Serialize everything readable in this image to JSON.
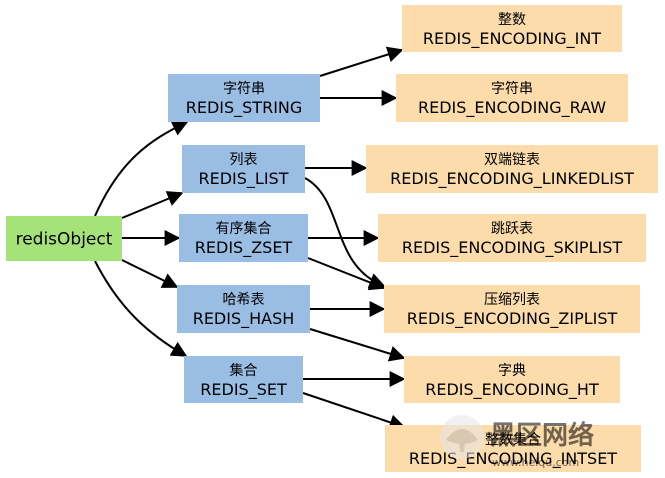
{
  "colors": {
    "root_fill": "#a6e27a",
    "type_fill": "#99bde3",
    "encoding_fill": "#fbdcaa",
    "edge": "#000000"
  },
  "root": {
    "label": "redisObject"
  },
  "types": [
    {
      "id": "string",
      "cn": "字符串",
      "name": "REDIS_STRING"
    },
    {
      "id": "list",
      "cn": "列表",
      "name": "REDIS_LIST"
    },
    {
      "id": "zset",
      "cn": "有序集合",
      "name": "REDIS_ZSET"
    },
    {
      "id": "hash",
      "cn": "哈希表",
      "name": "REDIS_HASH"
    },
    {
      "id": "set",
      "cn": "集合",
      "name": "REDIS_SET"
    }
  ],
  "encodings": [
    {
      "id": "int",
      "cn": "整数",
      "name": "REDIS_ENCODING_INT"
    },
    {
      "id": "raw",
      "cn": "字符串",
      "name": "REDIS_ENCODING_RAW"
    },
    {
      "id": "linkedlist",
      "cn": "双端链表",
      "name": "REDIS_ENCODING_LINKEDLIST"
    },
    {
      "id": "skiplist",
      "cn": "跳跃表",
      "name": "REDIS_ENCODING_SKIPLIST"
    },
    {
      "id": "ziplist",
      "cn": "压缩列表",
      "name": "REDIS_ENCODING_ZIPLIST"
    },
    {
      "id": "ht",
      "cn": "字典",
      "name": "REDIS_ENCODING_HT"
    },
    {
      "id": "intset",
      "cn": "整数集合",
      "name": "REDIS_ENCODING_INTSET"
    }
  ],
  "edges": [
    {
      "from": "root",
      "to": "string"
    },
    {
      "from": "root",
      "to": "list"
    },
    {
      "from": "root",
      "to": "zset"
    },
    {
      "from": "root",
      "to": "hash"
    },
    {
      "from": "root",
      "to": "set"
    },
    {
      "from": "string",
      "to": "int"
    },
    {
      "from": "string",
      "to": "raw"
    },
    {
      "from": "list",
      "to": "linkedlist"
    },
    {
      "from": "list",
      "to": "ziplist"
    },
    {
      "from": "zset",
      "to": "skiplist"
    },
    {
      "from": "zset",
      "to": "ziplist"
    },
    {
      "from": "hash",
      "to": "ziplist"
    },
    {
      "from": "hash",
      "to": "ht"
    },
    {
      "from": "set",
      "to": "ht"
    },
    {
      "from": "set",
      "to": "intset"
    }
  ],
  "watermark": {
    "text": "黑区网络",
    "url": "www.heiqu.com"
  }
}
